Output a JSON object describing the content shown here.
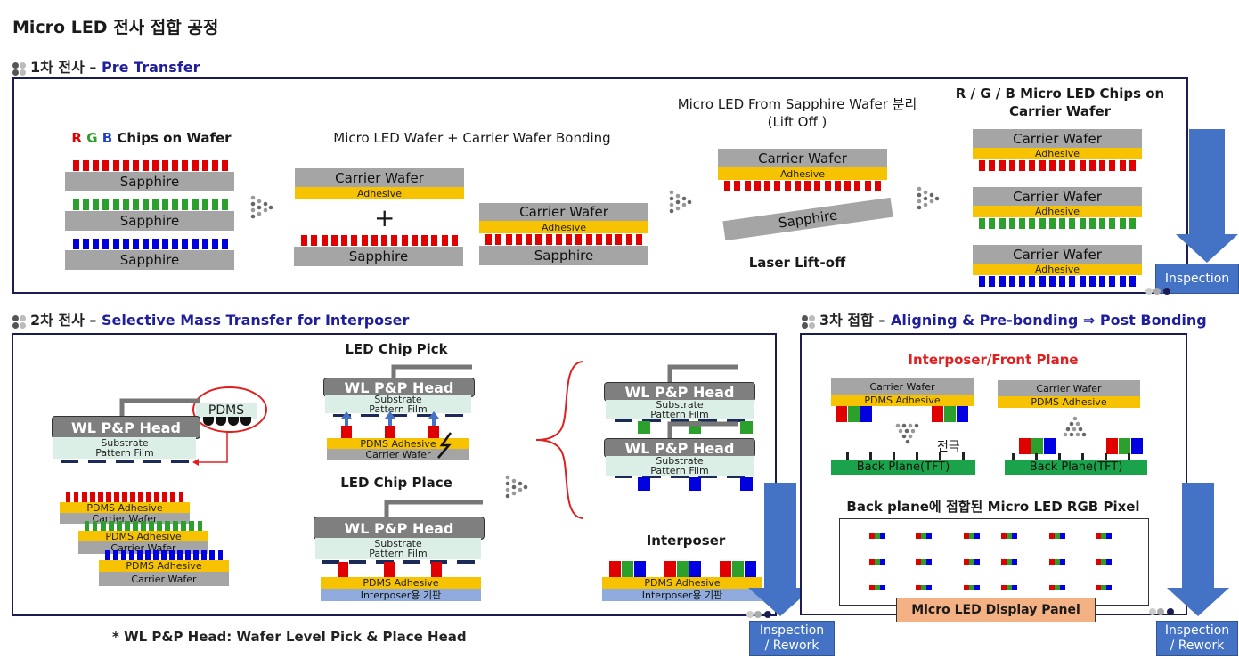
{
  "title": "Micro LED 전사 접합 공정",
  "section1": {
    "label_ko": "1차 전사 –",
    "label_en": "Pre Transfer"
  },
  "section2": {
    "label_ko": "2차 전사 –",
    "label_en": "Selective  Mass Transfer for Interposer"
  },
  "section3": {
    "label_ko": "3차 접합 –",
    "label_en": "Aligning & Pre-bonding ⇒ Post Bonding"
  },
  "s1": {
    "rgb": {
      "r": "R",
      "g": "G",
      "b": "B",
      "text": "Chips on Wafer"
    },
    "bonding_title": "Micro LED Wafer + Carrier Wafer Bonding",
    "liftoff_title": "Micro LED From Sapphire Wafer 분리",
    "liftoff_sub": "(Lift  Off )",
    "liftoff_caption": "Laser Lift-off",
    "chips_title_1": "R / G / B Micro LED Chips on",
    "chips_title_2": "Carrier Wafer",
    "sapphire": "Sapphire",
    "carrier_wafer": "Carrier Wafer",
    "adhesive": "Adhesive",
    "plus": "+"
  },
  "s2": {
    "pick_title": "LED Chip Pick",
    "place_title": "LED Chip Place",
    "interposer_title": "Interposer",
    "wl_head": "WL P&P Head",
    "substrate": "Substrate",
    "pattern_film": "Pattern Film",
    "pdms": "PDMS",
    "pdms_adhesive": "PDMS Adhesive",
    "carrier_wafer": "Carrier Wafer",
    "interposer_sub": "Interposer용 기판"
  },
  "s3": {
    "front_plane_title": "Interposer/Front Plane",
    "carrier_wafer": "Carrier Wafer",
    "pdms_adhesive": "PDMS Adhesive",
    "electrode": "전극",
    "back_plane": "Back Plane(TFT)",
    "pixel_title": "Back plane에 접합된 Micro LED RGB Pixel",
    "panel_label": "Micro LED Display Panel"
  },
  "buttons": {
    "inspection": "Inspection",
    "insp_rework_1": "Inspection",
    "insp_rework_2": "/ Rework",
    "insp_rework_3": "Inspection",
    "insp_rework_4": "/ Rework"
  },
  "footnote": "* WL P&P Head: Wafer Level Pick & Place Head",
  "colors": {
    "red": "#e00000",
    "green": "#2ca02c",
    "blue": "#0000e0",
    "gold": "#f7c200",
    "navy": "#1c1c54",
    "accent": "#1f1f9e",
    "arrow": "#4472c4"
  }
}
